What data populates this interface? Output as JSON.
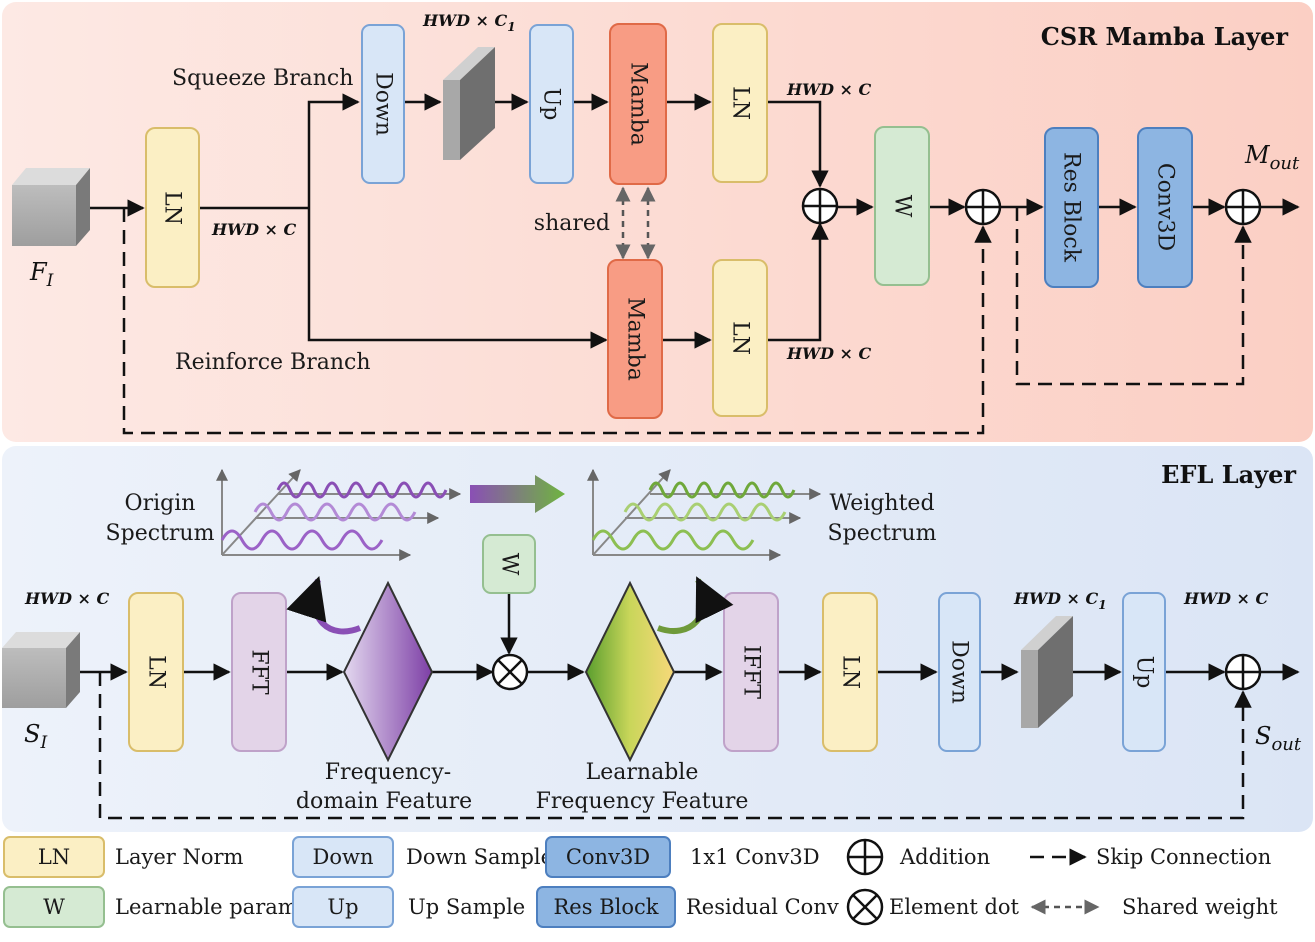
{
  "csr": {
    "title": "CSR Mamba Layer",
    "input_label": "F",
    "input_sub": "I",
    "output_label": "M",
    "output_sub": "out",
    "ln": "LN",
    "down": "Down",
    "up": "Up",
    "mamba": "Mamba",
    "ln2": "LN",
    "ln3": "LN",
    "w": "W",
    "res_block": "Res Block",
    "conv3d": "Conv3D",
    "squeeze": "Squeeze Branch",
    "reinforce": "Reinforce Branch",
    "shared": "shared",
    "dim_main": "HWD × C",
    "dim_c1": "HWD × C",
    "dim_c1_sub": "1",
    "dim_top": "HWD × C",
    "dim_bottom": "HWD × C"
  },
  "efl": {
    "title": "EFL Layer",
    "input_label": "S",
    "input_sub": "I",
    "output_label": "S",
    "output_sub": "out",
    "ln": "LN",
    "fft": "FFT",
    "w": "W",
    "ifft": "IFFT",
    "ln2": "LN",
    "down": "Down",
    "up": "Up",
    "origin_l1": "Origin",
    "origin_l2": "Spectrum",
    "weighted_l1": "Weighted",
    "weighted_l2": "Spectrum",
    "freq_l1": "Frequency-",
    "freq_l2": "domain Feature",
    "learn_l1": "Learnable",
    "learn_l2": "Frequency Feature",
    "dim_in": "HWD × C",
    "dim_c1": "HWD × C",
    "dim_c1_sub": "1",
    "dim_out": "HWD × C"
  },
  "legend": {
    "ln_box": "LN",
    "ln_desc": "Layer Norm",
    "w_box": "W",
    "w_desc": "Learnable param.",
    "down_box": "Down",
    "down_desc": "Down Sample",
    "up_box": "Up",
    "up_desc": "Up Sample",
    "conv_box": "Conv3D",
    "conv_desc": "1x1 Conv3D",
    "res_box": "Res Block",
    "res_desc": "Residual Conv",
    "add_desc": "Addition",
    "dot_desc": "Element dot",
    "skip_desc": "Skip Connection",
    "shared_desc": "Shared weight"
  },
  "colors": {
    "ln": "#fbefc4",
    "ln_border": "#d9bd6a",
    "w": "#d5ead3",
    "w_border": "#95bf90",
    "down": "#d8e6f7",
    "down_border": "#7aa3d6",
    "mamba": "#f89c84",
    "mamba_border": "#e06a47",
    "fft": "#e3d4e8",
    "fft_border": "#bfa2c9",
    "res": "#8db5e2",
    "res_border": "#4d7fbf",
    "csr_bg": "#fbd6cc",
    "efl_bg": "#dfe8f6"
  }
}
